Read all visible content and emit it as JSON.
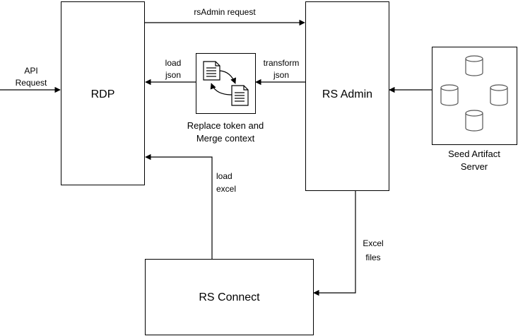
{
  "nodes": {
    "rdp": {
      "label": "RDP"
    },
    "rs_admin": {
      "label": "RS Admin"
    },
    "rs_connect": {
      "label": "RS Connect"
    },
    "transform": {
      "caption_line1": "Replace token and",
      "caption_line2": "Merge context"
    },
    "seed_server": {
      "caption_line1": "Seed Artifact",
      "caption_line2": "Server"
    }
  },
  "edges": {
    "rsadmin_request": {
      "label": "rsAdmin request"
    },
    "api_request": {
      "line1": "API",
      "line2": "Request"
    },
    "load_json": {
      "line1": "load",
      "line2": "json"
    },
    "transform_json": {
      "line1": "transform",
      "line2": "json"
    },
    "load_excel": {
      "line1": "load",
      "line2": "excel"
    },
    "excel_files": {
      "line1": "Excel",
      "line2": "files"
    }
  },
  "colors": {
    "stroke": "#000000",
    "background": "#ffffff",
    "cylinder_stroke": "#555555"
  },
  "icons": {
    "transform": "document-merge-icon",
    "seed_server": "database-cylinders-icon"
  }
}
